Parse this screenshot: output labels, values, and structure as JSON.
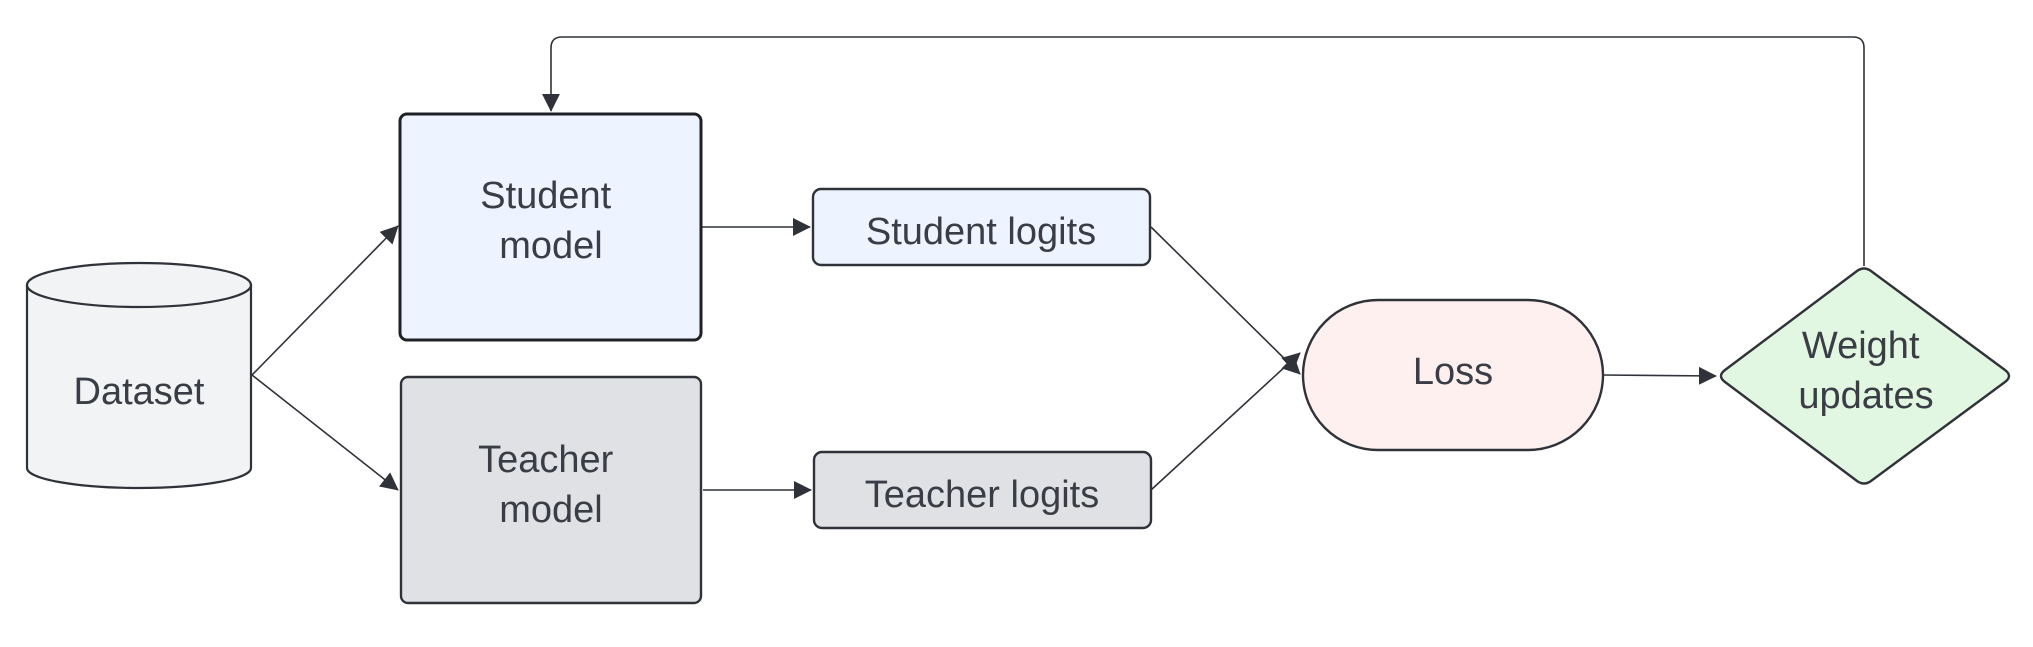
{
  "nodes": {
    "dataset": {
      "lines": [
        "Dataset"
      ],
      "fill": "#f2f3f5",
      "shape": "cylinder"
    },
    "student_model": {
      "lines": [
        "Student",
        "model"
      ],
      "fill": "#edf4ff",
      "shape": "rectangle"
    },
    "teacher_model": {
      "lines": [
        "Teacher",
        "model"
      ],
      "fill": "#dfe1e5",
      "shape": "rectangle"
    },
    "student_logits": {
      "lines": [
        "Student logits"
      ],
      "fill": "#edf4ff",
      "shape": "rounded-rectangle"
    },
    "teacher_logits": {
      "lines": [
        "Teacher logits"
      ],
      "fill": "#dfe1e5",
      "shape": "rounded-rectangle"
    },
    "loss": {
      "lines": [
        "Loss"
      ],
      "fill": "#fdf0ef",
      "shape": "stadium"
    },
    "weight_updates": {
      "lines": [
        "Weight",
        "updates"
      ],
      "fill": "#e2f7e1",
      "shape": "diamond"
    }
  },
  "edges": [
    {
      "from": "dataset",
      "to": "student_model"
    },
    {
      "from": "dataset",
      "to": "teacher_model"
    },
    {
      "from": "student_model",
      "to": "student_logits"
    },
    {
      "from": "teacher_model",
      "to": "teacher_logits"
    },
    {
      "from": "student_logits",
      "to": "loss"
    },
    {
      "from": "teacher_logits",
      "to": "loss"
    },
    {
      "from": "loss",
      "to": "weight_updates"
    },
    {
      "from": "weight_updates",
      "to": "student_model"
    }
  ],
  "colors": {
    "stroke": "#2f3238",
    "text": "#3a3d45"
  }
}
